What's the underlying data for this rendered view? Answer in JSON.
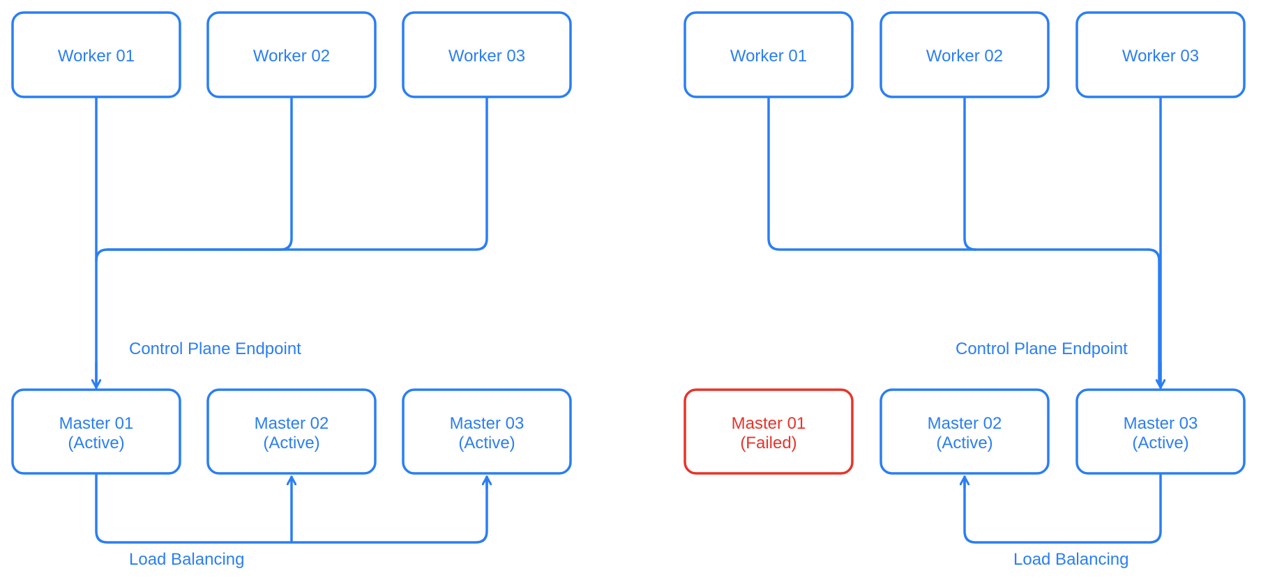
{
  "colors": {
    "primary": "#2a7ef3",
    "failed": "#e8332a",
    "background": "#ffffff"
  },
  "panels": [
    {
      "workers": [
        {
          "label": "Worker 01"
        },
        {
          "label": "Worker 02"
        },
        {
          "label": "Worker 03"
        }
      ],
      "masters": [
        {
          "name": "Master 01",
          "status": "(Active)",
          "state": "active"
        },
        {
          "name": "Master 02",
          "status": "(Active)",
          "state": "active"
        },
        {
          "name": "Master 03",
          "status": "(Active)",
          "state": "active"
        }
      ],
      "control_plane_label": "Control Plane Endpoint",
      "load_balancing_label": "Load Balancing",
      "endpoint_master": "Master 01",
      "load_balanced_to": [
        "Master 02",
        "Master 03"
      ]
    },
    {
      "workers": [
        {
          "label": "Worker 01"
        },
        {
          "label": "Worker 02"
        },
        {
          "label": "Worker 03"
        }
      ],
      "masters": [
        {
          "name": "Master 01",
          "status": "(Failed)",
          "state": "failed"
        },
        {
          "name": "Master 02",
          "status": "(Active)",
          "state": "active"
        },
        {
          "name": "Master 03",
          "status": "(Active)",
          "state": "active"
        }
      ],
      "control_plane_label": "Control Plane Endpoint",
      "load_balancing_label": "Load Balancing",
      "endpoint_master": "Master 03",
      "load_balanced_to": [
        "Master 02"
      ]
    }
  ]
}
